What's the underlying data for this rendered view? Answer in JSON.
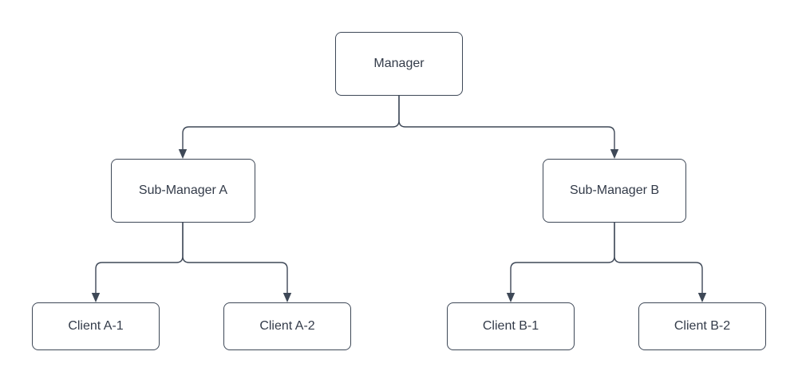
{
  "diagram": {
    "type": "org-chart",
    "colors": {
      "background": "#ffffff",
      "node_fill": "#ffffff",
      "stroke": "#3e4857",
      "text": "#333b49"
    },
    "nodes": {
      "manager": {
        "label": "Manager"
      },
      "sub_manager_a": {
        "label": "Sub-Manager A"
      },
      "sub_manager_b": {
        "label": "Sub-Manager B"
      },
      "client_a1": {
        "label": "Client A-1"
      },
      "client_a2": {
        "label": "Client A-2"
      },
      "client_b1": {
        "label": "Client B-1"
      },
      "client_b2": {
        "label": "Client B-2"
      }
    },
    "edges": [
      {
        "from": "Manager",
        "to": "Sub-Manager A"
      },
      {
        "from": "Manager",
        "to": "Sub-Manager B"
      },
      {
        "from": "Sub-Manager A",
        "to": "Client A-1"
      },
      {
        "from": "Sub-Manager A",
        "to": "Client A-2"
      },
      {
        "from": "Sub-Manager B",
        "to": "Client B-1"
      },
      {
        "from": "Sub-Manager B",
        "to": "Client B-2"
      }
    ]
  }
}
